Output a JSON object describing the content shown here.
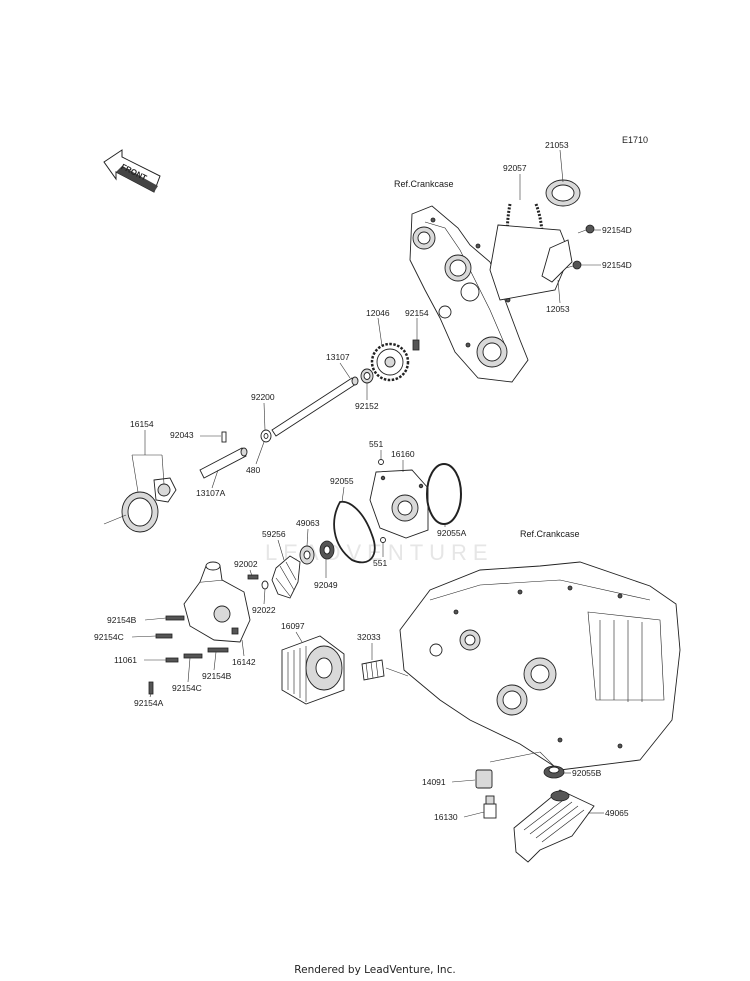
{
  "diagram_code": "E1710",
  "watermark": "LEADVENTURE",
  "footer": "Rendered by LeadVenture, Inc.",
  "front_arrow": "FRONT",
  "refs": [
    "Ref.Crankcase",
    "Ref.Crankcase"
  ],
  "parts": {
    "p21053": "21053",
    "p92057": "92057",
    "p92154D_a": "92154D",
    "p92154D_b": "92154D",
    "p12053": "12053",
    "p12046": "12046",
    "p92154": "92154",
    "p13107": "13107",
    "p92152": "92152",
    "p92200": "92200",
    "p16154": "16154",
    "p92043": "92043",
    "p480": "480",
    "p13107A": "13107A",
    "p551_a": "551",
    "p16160": "16160",
    "p92055": "92055",
    "p92055A": "92055A",
    "p551_b": "551",
    "p59256": "59256",
    "p49063": "49063",
    "p92002": "92002",
    "p92049": "92049",
    "p92022": "92022",
    "p92154B_a": "92154B",
    "p92154C_a": "92154C",
    "p16097": "16097",
    "p32033": "32033",
    "p11061": "11061",
    "p16142": "16142",
    "p92154C_b": "92154C",
    "p92154B_b": "92154B",
    "p92154A": "92154A",
    "p14091": "14091",
    "p92055B": "92055B",
    "p16130": "16130",
    "p49065": "49065"
  }
}
